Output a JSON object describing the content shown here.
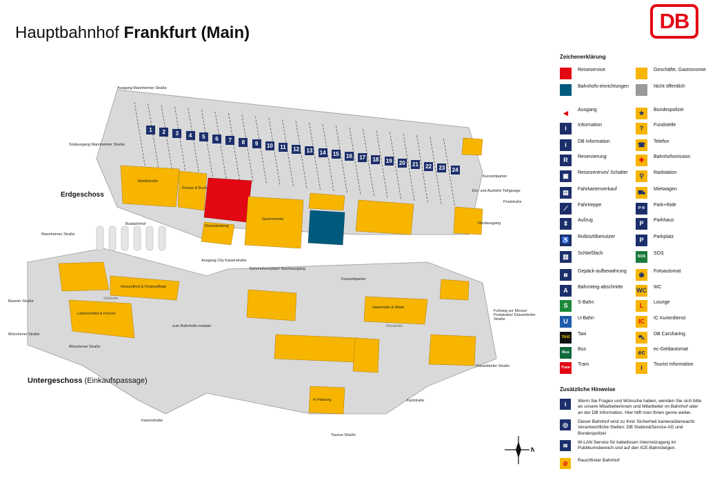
{
  "title": {
    "prefix": "Hauptbahnhof",
    "bold": "Frankfurt (Main)"
  },
  "logo": "DB",
  "colors": {
    "reiseservice": "#e30613",
    "bahnhofseinrichtungen": "#005a7d",
    "geschaefte": "#f7b500",
    "nicht_oeffentlich": "#9a9a9a",
    "navy": "#1c2f6b",
    "db_red": "#e30613",
    "floor": "#d9d9d9"
  },
  "levels": {
    "eg_label": "Erdgeschoss",
    "ug_label_bold": "Untergeschoss",
    "ug_label_normal": "(Einkaufspassage)"
  },
  "platforms": [
    "1",
    "2",
    "3",
    "4",
    "5",
    "6",
    "7",
    "8",
    "9",
    "10",
    "11",
    "12",
    "13",
    "14",
    "15",
    "16",
    "17",
    "18",
    "19",
    "20",
    "21",
    "22",
    "23",
    "24"
  ],
  "streets": [
    "Ausgang Mannheimer Straße",
    "Südausgang Mannheimer Straße",
    "Mannheimer Straße",
    "Baseler Straße",
    "Münchener Straße",
    "Münchener Straße",
    "Kaiserstraße",
    "Ausgang City Kaiserstraße",
    "Bahnhofsvorplatz/ Nachtausgang",
    "zum Bahnhofs-vorplatz",
    "Nordausgang",
    "Ein- und Ausfahrt Tiefgarage",
    "Poststraße",
    "Fußweg zur Messe/ Poststraße/ Düsseldorfer Straße",
    "Düsseldorfer Straße",
    "Karlstraße",
    "Taunus Straße",
    "Kurzzeitparker",
    "Kurzzeitparker",
    "Busbahnhof"
  ],
  "areas": [
    "Südseite",
    "Nordseite",
    "Marktstraße",
    "Gastronomie",
    "Dienstleistung",
    "Presse & Buch",
    "Lebensmittel & Frische",
    "Gesundheit & Körperpflege",
    "Haarmode & Mode",
    "In Planung"
  ],
  "legend": {
    "title": "Zeichenerklärung",
    "items": [
      {
        "label": "Reiseservice",
        "sym": "",
        "bg": "#e30613",
        "fg": "#ffffff"
      },
      {
        "label": "Geschäfte, Gastronomie",
        "sym": "",
        "bg": "#f7b500",
        "fg": "#ffffff"
      },
      {
        "label": "Bahnhofs-einrichtungen",
        "sym": "",
        "bg": "#005a7d",
        "fg": "#ffffff"
      },
      {
        "label": "Nicht öffentlich",
        "sym": "",
        "bg": "#9a9a9a",
        "fg": "#ffffff"
      },
      {
        "label": "Ausgang",
        "sym": "◀",
        "bg": "transparent",
        "fg": "#e30613"
      },
      {
        "label": "Bundespolizei",
        "sym": "★",
        "bg": "#f7b500",
        "fg": "#1c2f6b"
      },
      {
        "label": "Information",
        "sym": "i",
        "bg": "#1c2f6b",
        "fg": "#ffffff"
      },
      {
        "label": "Fundstelle",
        "sym": "?",
        "bg": "#f7b500",
        "fg": "#1c2f6b"
      },
      {
        "label": "DB Information",
        "sym": "i",
        "bg": "#1c2f6b",
        "fg": "#ffffff"
      },
      {
        "label": "Telefon",
        "sym": "☎",
        "bg": "#f7b500",
        "fg": "#1c2f6b"
      },
      {
        "label": "Reservierung",
        "sym": "R",
        "bg": "#1c2f6b",
        "fg": "#ffffff"
      },
      {
        "label": "Bahnhofsmission",
        "sym": "✚",
        "bg": "#f7b500",
        "fg": "#e30613"
      },
      {
        "label": "Reisezentrum/ Schalter",
        "sym": "▣",
        "bg": "#1c2f6b",
        "fg": "#ffffff"
      },
      {
        "label": "Radstation",
        "sym": "⚲",
        "bg": "#f7b500",
        "fg": "#1c2f6b"
      },
      {
        "label": "Fahrkartenverkauf",
        "sym": "▤",
        "bg": "#1c2f6b",
        "fg": "#ffffff"
      },
      {
        "label": "Mietwagen",
        "sym": "⛟",
        "bg": "#f7b500",
        "fg": "#1c2f6b"
      },
      {
        "label": "Fahrtreppe",
        "sym": "⟋",
        "bg": "#1c2f6b",
        "fg": "#ffffff"
      },
      {
        "label": "Park+Ride",
        "sym": "P·R",
        "bg": "#1c2f6b",
        "fg": "#ffffff"
      },
      {
        "label": "Aufzug",
        "sym": "⇕",
        "bg": "#1c2f6b",
        "fg": "#ffffff"
      },
      {
        "label": "Parkhaus",
        "sym": "P",
        "bg": "#1c2f6b",
        "fg": "#ffffff"
      },
      {
        "label": "Rollstuhlbenutzer",
        "sym": "♿",
        "bg": "#1c2f6b",
        "fg": "#ffffff"
      },
      {
        "label": "Parkplatz",
        "sym": "P",
        "bg": "#1c2f6b",
        "fg": "#ffffff"
      },
      {
        "label": "Schließfach",
        "sym": "▥",
        "bg": "#1c2f6b",
        "fg": "#ffffff"
      },
      {
        "label": "SOS",
        "sym": "SOS",
        "bg": "#1b7a3a",
        "fg": "#ffffff"
      },
      {
        "label": "Gepäck-aufbewahrung",
        "sym": "⧈",
        "bg": "#1c2f6b",
        "fg": "#ffffff"
      },
      {
        "label": "Fotoautomat",
        "sym": "◉",
        "bg": "#f7b500",
        "fg": "#1c2f6b"
      },
      {
        "label": "Bahnsteig-abschnitte",
        "sym": "A",
        "bg": "#1c2f6b",
        "fg": "#ffffff"
      },
      {
        "label": "WC",
        "sym": "WC",
        "bg": "#f7b500",
        "fg": "#1c2f6b"
      },
      {
        "label": "S-Bahn",
        "sym": "S",
        "bg": "#1b8a3a",
        "fg": "#ffffff"
      },
      {
        "label": "Lounge",
        "sym": "L",
        "bg": "#f7b500",
        "fg": "#e30613"
      },
      {
        "label": "U-Bahn",
        "sym": "U",
        "bg": "#1c5cab",
        "fg": "#ffffff"
      },
      {
        "label": "IC Kurierdienst",
        "sym": "IC",
        "bg": "#f7b500",
        "fg": "#e30613"
      },
      {
        "label": "Taxi",
        "sym": "TAXI",
        "bg": "#111111",
        "fg": "#f7d000"
      },
      {
        "label": "DB Carsharing",
        "sym": "⛍",
        "bg": "#f7b500",
        "fg": "#1c2f6b"
      },
      {
        "label": "Bus",
        "sym": "Bus",
        "bg": "#0e6a3a",
        "fg": "#ffffff"
      },
      {
        "label": "ec-Geldautomat",
        "sym": "ec",
        "bg": "#f7b500",
        "fg": "#1c2f6b"
      },
      {
        "label": "Tram",
        "sym": "Tram",
        "bg": "#e30613",
        "fg": "#ffffff"
      },
      {
        "label": "Tourist Information",
        "sym": "i",
        "bg": "#f7b500",
        "fg": "#1c2f6b"
      }
    ]
  },
  "notes": {
    "title": "Zusätzliche Hinweise",
    "items": [
      {
        "sym": "i",
        "text": "Wenn Sie Fragen und Wünsche haben, wenden Sie sich bitte an unsere Mitarbeiterinnen und Mitarbeiter im Bahnhof oder an der DB Information. Hier hilft man Ihnen gerne weiter."
      },
      {
        "sym": "◎",
        "text": "Dieser Bahnhof wird zu Ihrer Sicherheit kameraüberwacht. Verantwortliche Stellen: DB Station&Service AG und Bundespolizei"
      },
      {
        "sym": "≋",
        "text": "W-LAN Service für kabellosen Internetzugang im Publikumsbereich und auf den ICE-Bahnsteigen."
      },
      {
        "sym": "⊘",
        "text": "Rauchfreier Bahnhof"
      }
    ]
  },
  "compass": "N"
}
